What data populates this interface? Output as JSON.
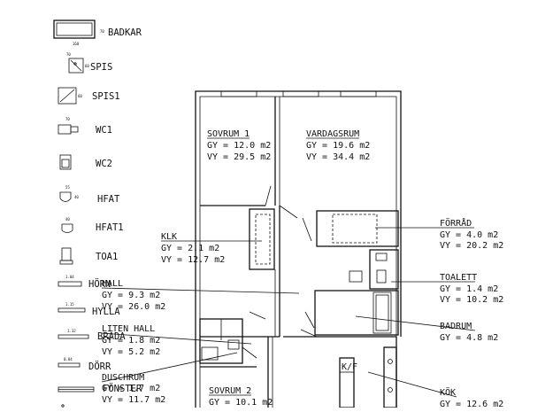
{
  "legend": {
    "items": [
      {
        "label": "BADKAR",
        "dim": "70",
        "sub": "160"
      },
      {
        "label": "SPIS",
        "dim": "60",
        "sub": "70"
      },
      {
        "label": "SPIS1",
        "dim": "60",
        "sub": ""
      },
      {
        "label": "WC1",
        "dim": "70",
        "sub": ""
      },
      {
        "label": "WC2",
        "dim": "",
        "sub": ""
      },
      {
        "label": "HFAT",
        "dim": "40",
        "sub": "55"
      },
      {
        "label": "HFAT1",
        "dim": "",
        "sub": "40"
      },
      {
        "label": "TOA1",
        "dim": "",
        "sub": ""
      },
      {
        "label": "HÖRN",
        "dim": "",
        "sub": "1.04"
      },
      {
        "label": "HYLLA",
        "dim": "",
        "sub": "1.15"
      },
      {
        "label": "BRÄDA",
        "dim": "",
        "sub": "1.32"
      },
      {
        "label": "DÖRR",
        "dim": "",
        "sub": "0.84"
      },
      {
        "label": "FÖNSTER",
        "dim": "",
        "sub": ""
      }
    ]
  },
  "rooms": [
    {
      "name": "SOVRUM 1",
      "gy": "GY = 12.0 m2",
      "vy": "VY = 29.5 m2"
    },
    {
      "name": "VARDAGSRUM",
      "gy": "GY = 19.6 m2",
      "vy": "VY = 34.4 m2"
    },
    {
      "name": "KLK",
      "gy": "GY =  2.1 m2",
      "vy": "VY = 12.7 m2"
    },
    {
      "name": "FÖRRÅD",
      "gy": "GY =  4.0 m2",
      "vy": "VY = 20.2 m2"
    },
    {
      "name": "HALL",
      "gy": "GY =  9.3 m2",
      "vy": "VY = 26.0 m2"
    },
    {
      "name": "TOALETT",
      "gy": "GY =  1.4 m2",
      "vy": "VY = 10.2 m2"
    },
    {
      "name": "LITEN HALL",
      "gy": "GY =  1.8 m2",
      "vy": "VY =  5.2 m2"
    },
    {
      "name": "BADRUM",
      "gy": "GY =  4.8 m2",
      "vy": ""
    },
    {
      "name": "DUSCHRUM",
      "gy": "GY =  1.7 m2",
      "vy": "VY = 11.7 m2"
    },
    {
      "name": "SOVRUM 2",
      "gy": "GY = 10.1 m2",
      "vy": ""
    },
    {
      "name": "KÖK",
      "gy": "GY = 12.6 m2",
      "vy": ""
    }
  ],
  "stove_label": "K/F"
}
